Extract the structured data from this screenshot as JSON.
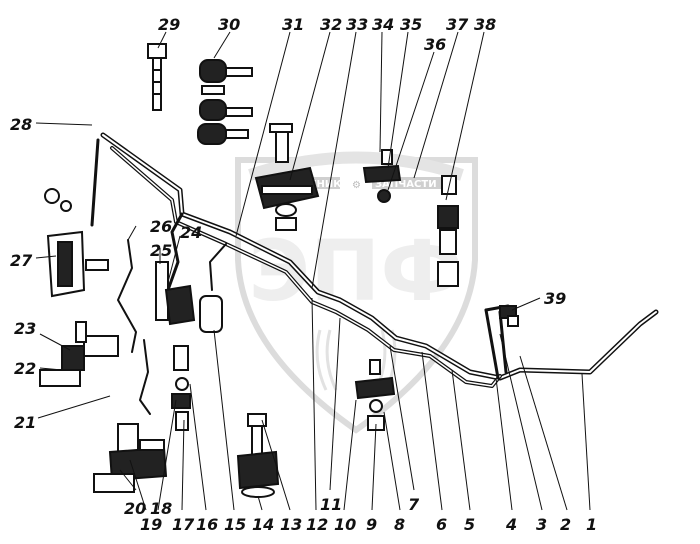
{
  "diagram": {
    "callouts": [
      "1",
      "2",
      "3",
      "4",
      "5",
      "6",
      "7",
      "8",
      "9",
      "10",
      "11",
      "12",
      "13",
      "14",
      "15",
      "16",
      "17",
      "18",
      "19",
      "20",
      "21",
      "22",
      "23",
      "24",
      "25",
      "26",
      "27",
      "28",
      "29",
      "30",
      "31",
      "32",
      "33",
      "34",
      "35",
      "36",
      "37",
      "38",
      "39"
    ]
  },
  "watermark": {
    "left_text": "ЕХНИКА",
    "right_text": "ЗАПЧАСТИ",
    "logo_letters": "ЭПФ",
    "color": "#e6e6e6"
  },
  "colors": {
    "ink": "#111111",
    "paper": "#ffffff"
  }
}
